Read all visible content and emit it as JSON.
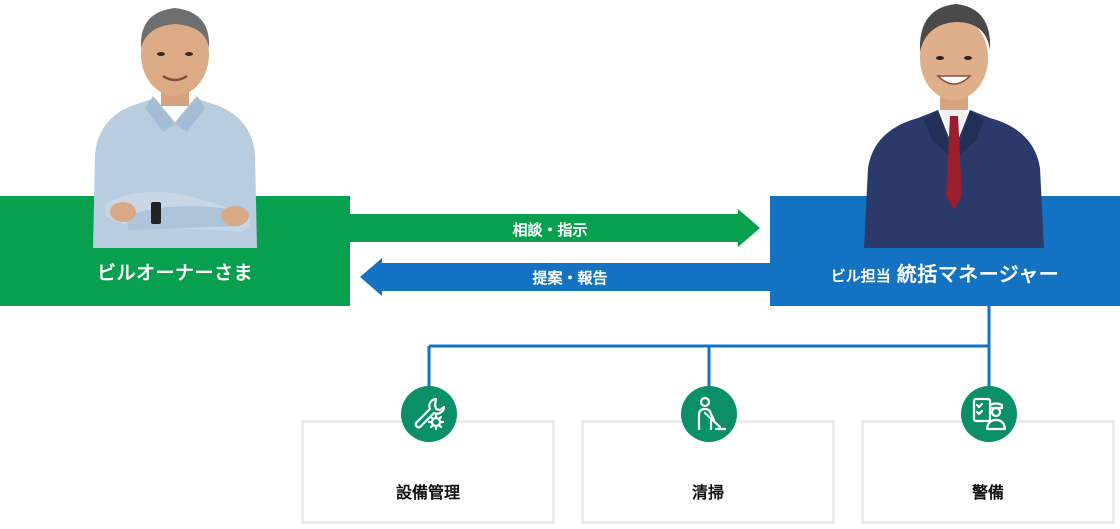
{
  "owner": {
    "label": "ビルオーナーさま"
  },
  "manager": {
    "prefix": "ビル担当",
    "label": "統括マネージャー"
  },
  "arrows": {
    "to_manager": "相談・指示",
    "to_owner": "提案・報告"
  },
  "services": [
    {
      "label": "設備管理",
      "icon": "wrench-gear-icon"
    },
    {
      "label": "清掃",
      "icon": "cleaning-staff-icon"
    },
    {
      "label": "警備",
      "icon": "security-guard-icon"
    }
  ],
  "colors": {
    "owner_green": "#07a04f",
    "manager_blue": "#1472c2",
    "icon_green": "#0b8f69"
  }
}
